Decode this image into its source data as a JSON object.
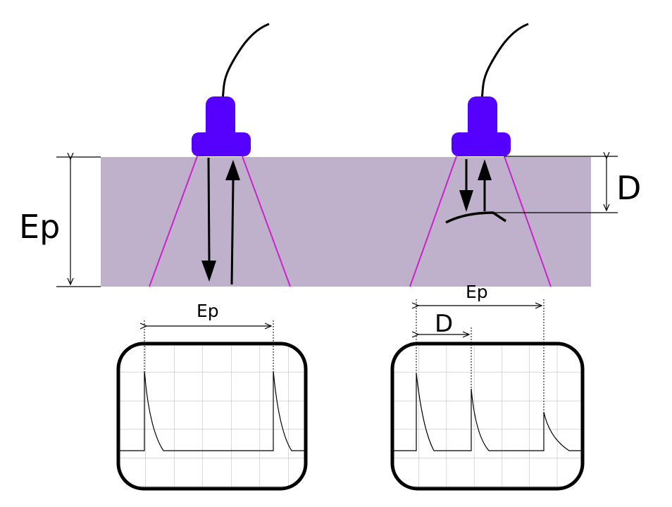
{
  "labels": {
    "ep_left": "Ep",
    "ep_scope_left": "Ep",
    "d_right": "D",
    "ep_scope_right": "Ep",
    "d_scope_right": "D"
  },
  "colors": {
    "material": "#bfb0cb",
    "probe": "#5500ff",
    "beam": "#cc22cc",
    "ink": "#000000",
    "grid": "#b3b3b3",
    "background": "#ffffff"
  },
  "icons": {
    "probe_left": "ultrasonic-probe-icon",
    "probe_right": "ultrasonic-probe-icon",
    "defect": "defect-crack-icon"
  }
}
